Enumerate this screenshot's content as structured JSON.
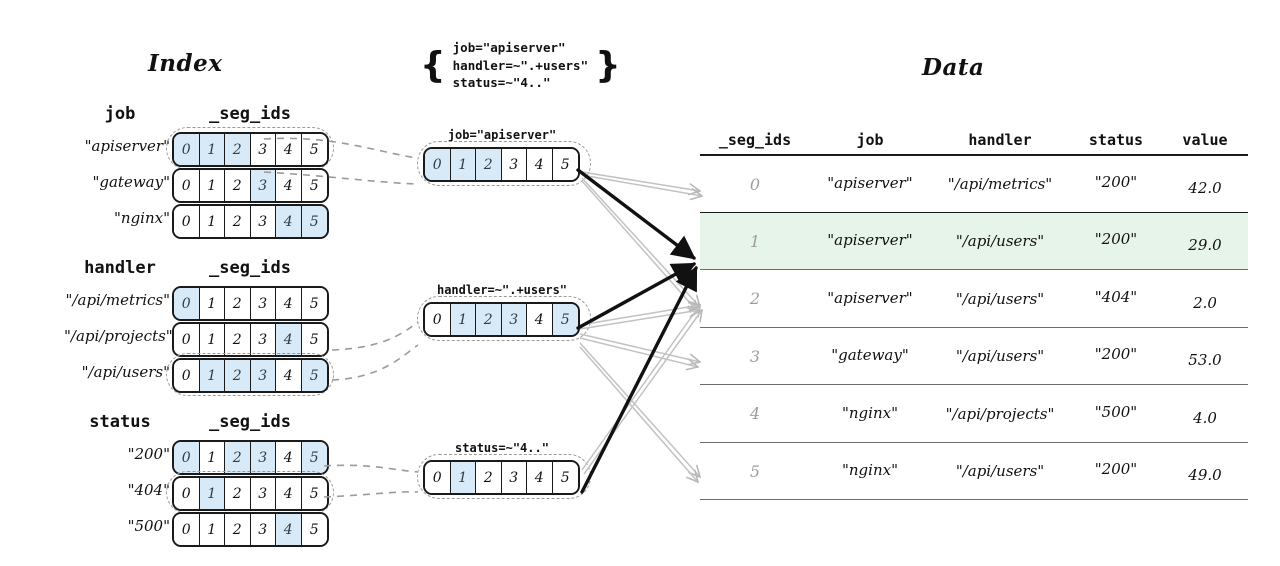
{
  "titles": {
    "index": "Index",
    "data": "Data"
  },
  "query": {
    "open_brace": "{",
    "close_brace": "}",
    "lines": [
      "job=\"apiserver\"",
      "handler=~\".+users\"",
      "status=~\"4..\""
    ]
  },
  "segids_header": "_seg_ids",
  "index_groups": [
    {
      "column": "job",
      "segids_label": "_seg_ids",
      "rows": [
        {
          "label": "\"apiserver\"",
          "cells": [
            "0",
            "1",
            "2",
            "3",
            "4",
            "5"
          ],
          "on": [
            0,
            1,
            2
          ],
          "selected": true
        },
        {
          "label": "\"gateway\"",
          "cells": [
            "0",
            "1",
            "2",
            "3",
            "4",
            "5"
          ],
          "on": [
            3
          ],
          "selected": false
        },
        {
          "label": "\"nginx\"",
          "cells": [
            "0",
            "1",
            "2",
            "3",
            "4",
            "5"
          ],
          "on": [
            4,
            5
          ],
          "selected": false
        }
      ]
    },
    {
      "column": "handler",
      "segids_label": "_seg_ids",
      "rows": [
        {
          "label": "\"/api/metrics\"",
          "cells": [
            "0",
            "1",
            "2",
            "3",
            "4",
            "5"
          ],
          "on": [
            0
          ],
          "selected": false
        },
        {
          "label": "\"/api/projects\"",
          "cells": [
            "0",
            "1",
            "2",
            "3",
            "4",
            "5"
          ],
          "on": [
            4
          ],
          "selected": false
        },
        {
          "label": "\"/api/users\"",
          "cells": [
            "0",
            "1",
            "2",
            "3",
            "4",
            "5"
          ],
          "on": [
            1,
            2,
            3,
            5
          ],
          "selected": true
        }
      ]
    },
    {
      "column": "status",
      "segids_label": "_seg_ids",
      "rows": [
        {
          "label": "\"200\"",
          "cells": [
            "0",
            "1",
            "2",
            "3",
            "4",
            "5"
          ],
          "on": [
            0,
            2,
            3,
            5
          ],
          "selected": false
        },
        {
          "label": "\"404\"",
          "cells": [
            "0",
            "1",
            "2",
            "3",
            "4",
            "5"
          ],
          "on": [
            1
          ],
          "selected": true
        },
        {
          "label": "\"500\"",
          "cells": [
            "0",
            "1",
            "2",
            "3",
            "4",
            "5"
          ],
          "on": [
            4
          ],
          "selected": false
        }
      ]
    }
  ],
  "middle_boxes": [
    {
      "caption": "job=\"apiserver\"",
      "cells": [
        "0",
        "1",
        "2",
        "3",
        "4",
        "5"
      ],
      "on": [
        0,
        1,
        2
      ]
    },
    {
      "caption": "handler=~\".+users\"",
      "cells": [
        "0",
        "1",
        "2",
        "3",
        "4",
        "5"
      ],
      "on": [
        1,
        2,
        3,
        5
      ]
    },
    {
      "caption": "status=~\"4..\"",
      "cells": [
        "0",
        "1",
        "2",
        "3",
        "4",
        "5"
      ],
      "on": [
        1
      ]
    }
  ],
  "table": {
    "columns": [
      "_seg_ids",
      "job",
      "handler",
      "status",
      "value"
    ],
    "rows": [
      {
        "seg_id": "0",
        "job": "\"apiserver\"",
        "handler": "\"/api/metrics\"",
        "status": "\"200\"",
        "value": "42.0",
        "selected": false
      },
      {
        "seg_id": "1",
        "job": "\"apiserver\"",
        "handler": "\"/api/users\"",
        "status": "\"200\"",
        "value": "29.0",
        "selected": true
      },
      {
        "seg_id": "2",
        "job": "\"apiserver\"",
        "handler": "\"/api/users\"",
        "status": "\"404\"",
        "value": "2.0",
        "selected": false
      },
      {
        "seg_id": "3",
        "job": "\"gateway\"",
        "handler": "\"/api/users\"",
        "status": "\"200\"",
        "value": "53.0",
        "selected": false
      },
      {
        "seg_id": "4",
        "job": "\"nginx\"",
        "handler": "\"/api/projects\"",
        "status": "\"500\"",
        "value": "4.0",
        "selected": false
      },
      {
        "seg_id": "5",
        "job": "\"nginx\"",
        "handler": "\"/api/users\"",
        "status": "\"200\"",
        "value": "49.0",
        "selected": false
      }
    ]
  },
  "colors": {
    "cell_highlight": "#d8eaf8",
    "row_highlight": "#e6f4e9",
    "ink": "#1a1a1a",
    "muted": "#9d9d9d",
    "dashed": "#9a9a9a",
    "arrow_strong": "#111111",
    "arrow_weak": "#b8b8b8"
  }
}
